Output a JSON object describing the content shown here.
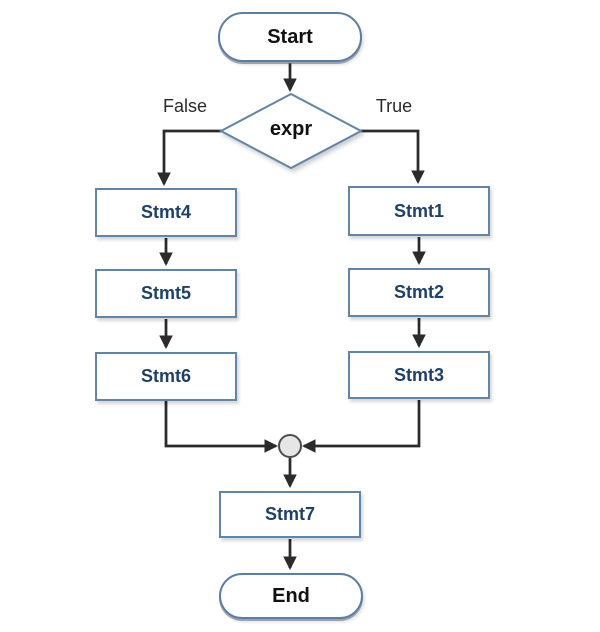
{
  "flowchart": {
    "nodes": {
      "start": {
        "label": "Start",
        "type": "terminator"
      },
      "decision": {
        "label": "expr",
        "type": "decision"
      },
      "stmt1": {
        "label": "Stmt1",
        "type": "process"
      },
      "stmt2": {
        "label": "Stmt2",
        "type": "process"
      },
      "stmt3": {
        "label": "Stmt3",
        "type": "process"
      },
      "stmt4": {
        "label": "Stmt4",
        "type": "process"
      },
      "stmt5": {
        "label": "Stmt5",
        "type": "process"
      },
      "stmt6": {
        "label": "Stmt6",
        "type": "process"
      },
      "stmt7": {
        "label": "Stmt7",
        "type": "process"
      },
      "end": {
        "label": "End",
        "type": "terminator"
      }
    },
    "branches": {
      "false_label": "False",
      "true_label": "True"
    },
    "colors": {
      "background": "#ffffff",
      "shape_border": "#6484a3",
      "terminator_border": "#5e7ea0",
      "shape_fill": "#ffffff",
      "process_text": "#1f4068",
      "terminator_text": "#111111",
      "connector": "#2b2b2b",
      "merge_circle_fill": "#e6e6e6",
      "merge_circle_border": "#4d4d4d"
    }
  }
}
